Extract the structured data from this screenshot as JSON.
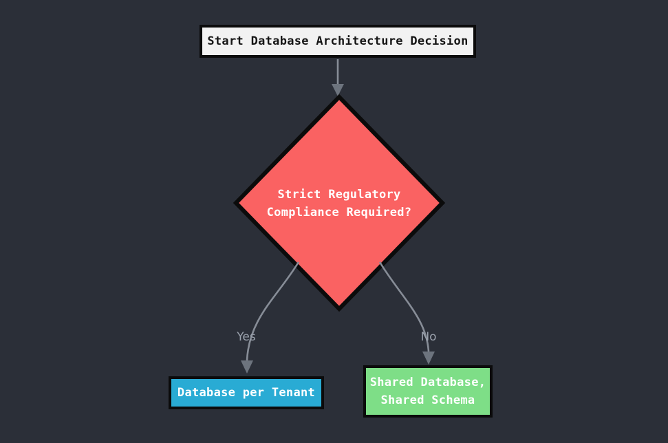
{
  "diagram": {
    "type": "flowchart",
    "background_color": "#2b2f38",
    "nodes": {
      "start": {
        "label": "Start Database Architecture Decision",
        "shape": "rectangle",
        "fill": "#f2f2f2",
        "text_color": "#161616",
        "border_color": "#0b0b0b"
      },
      "decision": {
        "label": "Strict Regulatory\nCompliance Required?",
        "shape": "diamond",
        "fill": "#fa6262",
        "text_color": "#ffffff",
        "border_color": "#0b0b0b"
      },
      "yes_result": {
        "label": "Database per Tenant",
        "shape": "rectangle",
        "fill": "#29abd4",
        "text_color": "#ffffff",
        "border_color": "#0b0b0b"
      },
      "no_result": {
        "label": "Shared Database,\nShared Schema",
        "shape": "rectangle",
        "fill": "#7ede87",
        "text_color": "#ffffff",
        "border_color": "#0b0b0b"
      }
    },
    "edges": {
      "start_to_decision": {
        "from": "start",
        "to": "decision",
        "label": ""
      },
      "decision_to_yes": {
        "from": "decision",
        "to": "yes_result",
        "label": "Yes"
      },
      "decision_to_no": {
        "from": "decision",
        "to": "no_result",
        "label": "No"
      },
      "line_color": "#878d97",
      "arrowhead_color": "#6d747e",
      "label_color": "#9aa1ac"
    }
  }
}
